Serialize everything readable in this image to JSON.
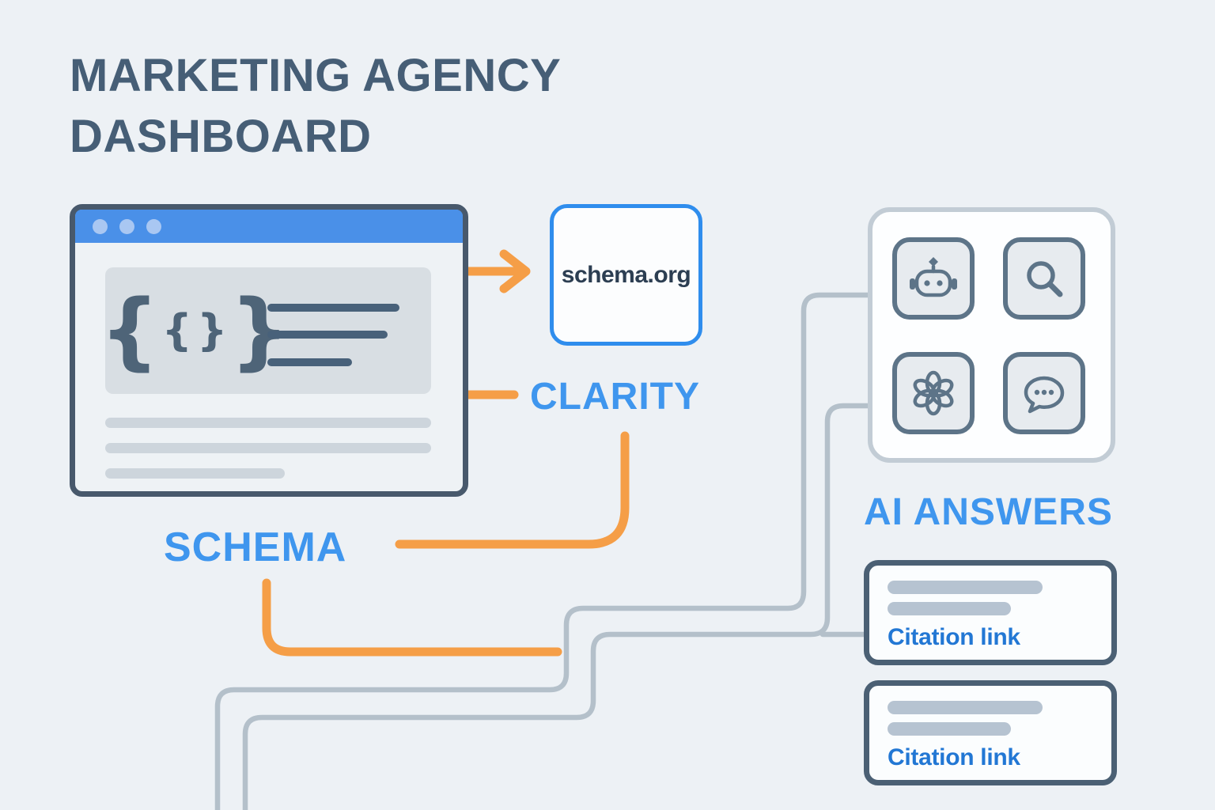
{
  "title": "MARKETING AGENCY DASHBOARD",
  "browser": {
    "traffic_dots": 3,
    "code_block": {
      "glyph": "json-braces",
      "code_lines": 3,
      "page_bars": 3
    }
  },
  "nodes": {
    "schema_org": {
      "label": "schema.org"
    }
  },
  "labels": {
    "clarity": "CLARITY",
    "schema": "SCHEMA",
    "ai_answers": "AI ANSWERS"
  },
  "ai_panel": {
    "icons": [
      "robot-icon",
      "search-icon",
      "openai-icon",
      "chat-bubble-icon"
    ]
  },
  "citation_cards": [
    {
      "placeholder_bars": 2,
      "link_label": "Citation link"
    },
    {
      "placeholder_bars": 2,
      "link_label": "Citation link"
    }
  ],
  "colors": {
    "background": "#edf1f5",
    "heading_text": "#465e76",
    "accent_blue": "#3f96ee",
    "browser_bar_blue": "#4a90e8",
    "schema_node_border": "#2f8ded",
    "orange_connector": "#f59e47",
    "gray_connector": "#b4c0ca",
    "slate_outline": "#5d7488",
    "card_border": "#4b6074",
    "link_blue": "#2277d4"
  }
}
